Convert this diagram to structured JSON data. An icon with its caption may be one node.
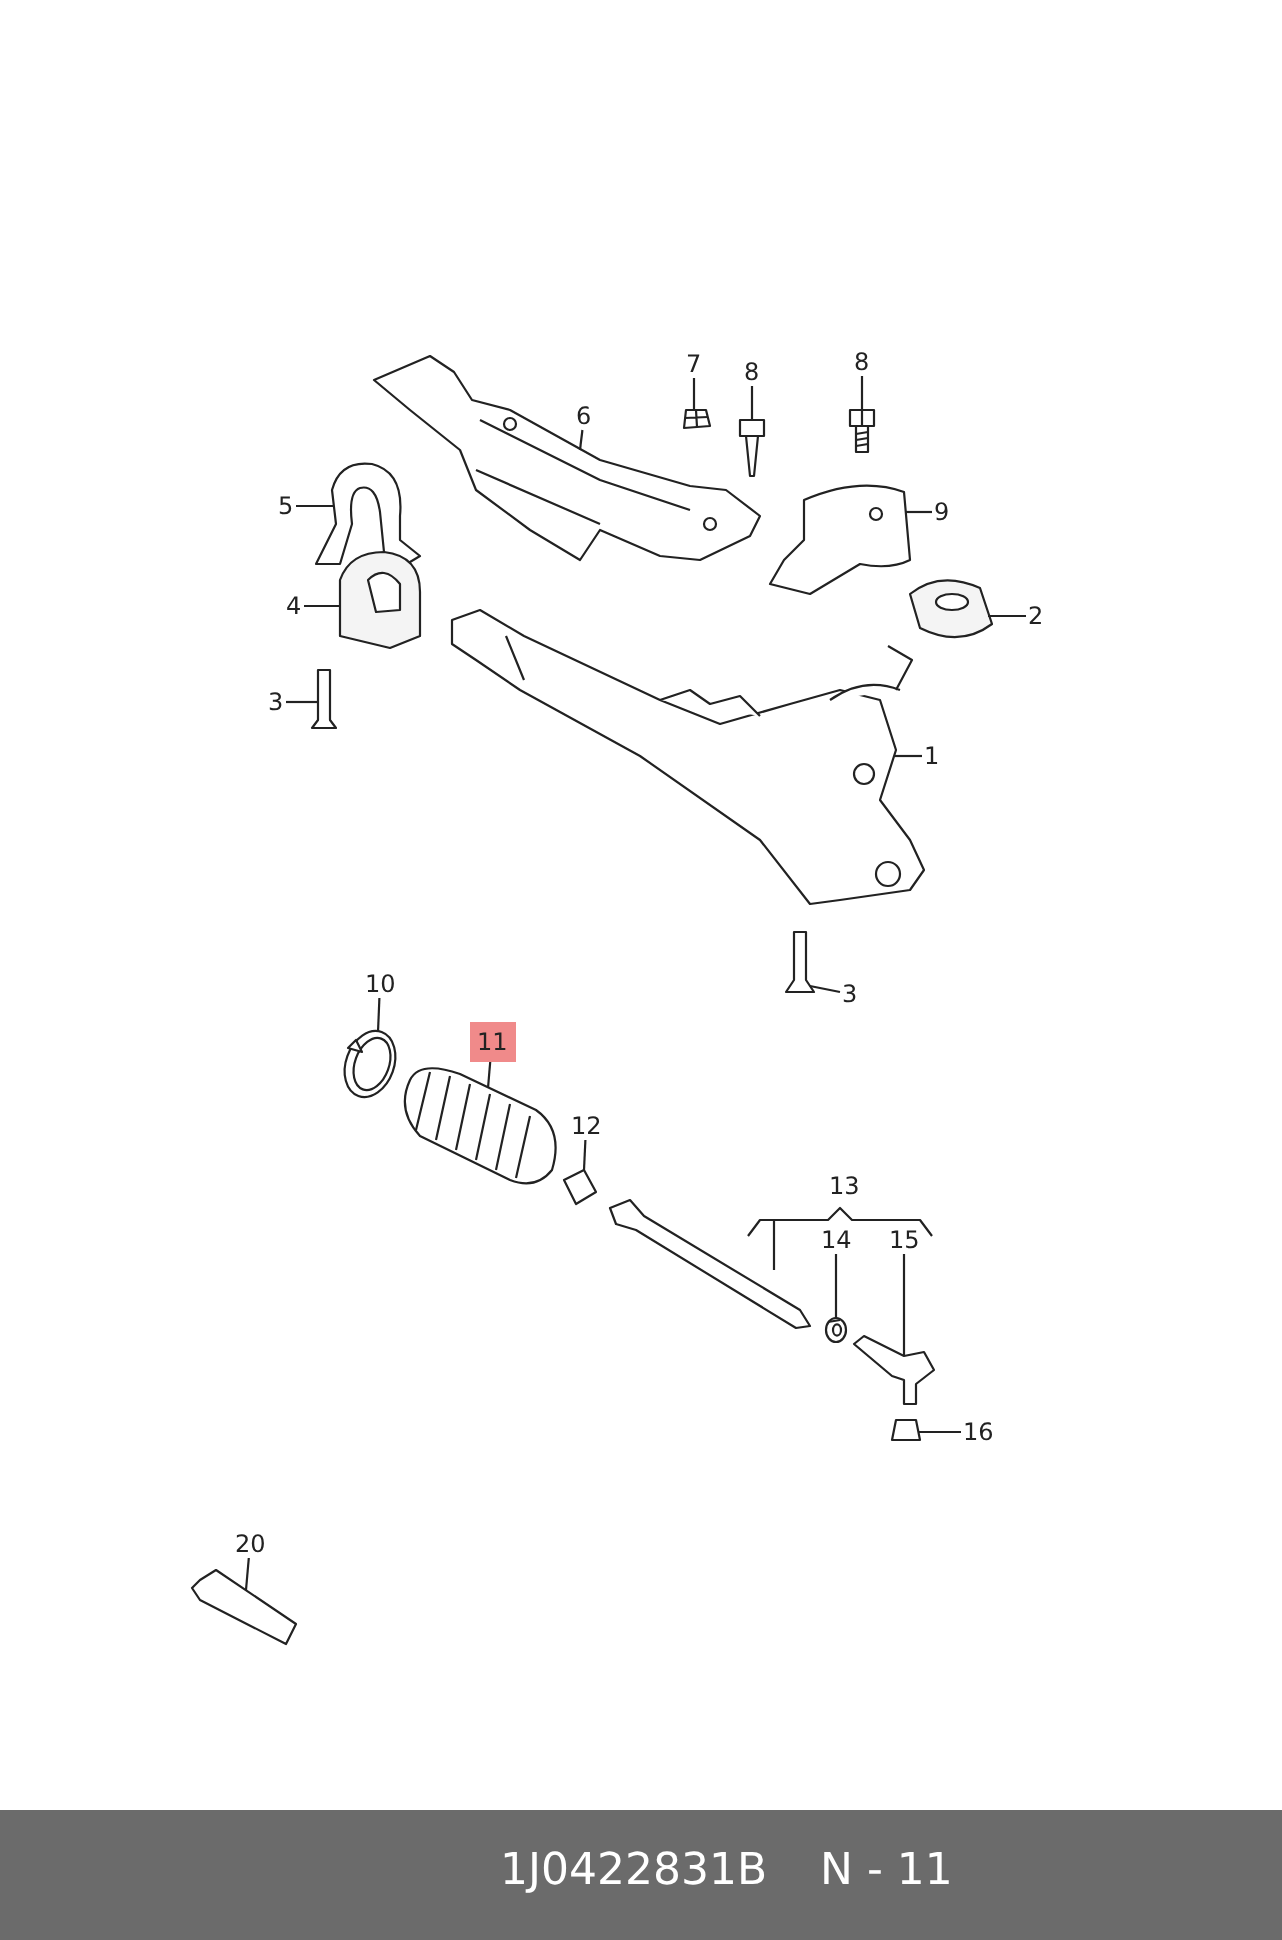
{
  "diagram": {
    "nodes": [
      {
        "text": [
          "7"
        ]
      },
      {
        "text": [
          "8"
        ]
      },
      {
        "text": [
          "8"
        ]
      },
      {
        "text": [
          "6"
        ]
      },
      {
        "text": [
          "5"
        ]
      },
      {
        "text": [
          "9"
        ]
      },
      {
        "text": [
          "4"
        ]
      },
      {
        "text": [
          "2"
        ]
      },
      {
        "text": [
          "3"
        ]
      },
      {
        "text": [
          "1"
        ]
      },
      {
        "text": [
          "10"
        ]
      },
      {
        "text": [
          "3"
        ]
      },
      {
        "text": [
          "11"
        ]
      },
      {
        "text": [
          "12"
        ]
      },
      {
        "text": [
          "13"
        ]
      },
      {
        "text": [
          "14"
        ]
      },
      {
        "text": [
          "15"
        ]
      },
      {
        "text": [
          "16"
        ]
      },
      {
        "text": [
          "20"
        ]
      },
      {
        "text": [],
        "shape": "picture"
      },
      {
        "text": [],
        "shape": "picture"
      },
      {
        "text": [],
        "shape": "picture"
      },
      {
        "text": [],
        "shape": "picture"
      },
      {
        "text": [],
        "shape": "picture"
      },
      {
        "text": [],
        "shape": "picture"
      },
      {
        "text": [],
        "shape": "picture"
      },
      {
        "text": [],
        "shape": "picture"
      },
      {
        "text": [],
        "shape": "picture"
      },
      {
        "text": [],
        "shape": "picture"
      },
      {
        "text": [],
        "shape": "picture"
      },
      {
        "text": [],
        "shape": "picture"
      },
      {
        "text": [],
        "shape": "picture"
      },
      {
        "text": [],
        "shape": "picture"
      },
      {
        "text": [],
        "shape": "picture"
      },
      {
        "text": [],
        "shape": "picture"
      },
      {
        "text": [],
        "shape": "picture"
      },
      {
        "text": [],
        "shape": "picture"
      }
    ],
    "edges": [
      {
        "from": 0,
        "to": 19,
        "arrow": "none"
      },
      {
        "from": 1,
        "to": 20,
        "arrow": "none"
      },
      {
        "from": 2,
        "to": 21,
        "arrow": "none"
      },
      {
        "from": 3,
        "to": 22,
        "arrow": "none"
      },
      {
        "from": 4,
        "to": 23,
        "arrow": "none"
      },
      {
        "from": 5,
        "to": 24,
        "arrow": "none"
      },
      {
        "from": 6,
        "to": 25,
        "arrow": "none"
      },
      {
        "from": 7,
        "to": 26,
        "arrow": "none"
      },
      {
        "from": 8,
        "to": 27,
        "arrow": "none"
      },
      {
        "from": 9,
        "to": 28,
        "arrow": "none"
      },
      {
        "from": 10,
        "to": 30,
        "arrow": "none"
      },
      {
        "from": 11,
        "to": 29,
        "arrow": "none"
      },
      {
        "from": 12,
        "to": 31,
        "arrow": "none"
      },
      {
        "from": 13,
        "to": 32,
        "arrow": "none"
      },
      {
        "from": 15,
        "to": 33,
        "arrow": "none"
      },
      {
        "from": 16,
        "to": 34,
        "arrow": "none"
      },
      {
        "from": 17,
        "to": 35,
        "arrow": "none"
      },
      {
        "from": 18,
        "to": 36,
        "arrow": "none"
      }
    ],
    "labels": [
      "1J0422831B",
      "N - 11"
    ]
  }
}
